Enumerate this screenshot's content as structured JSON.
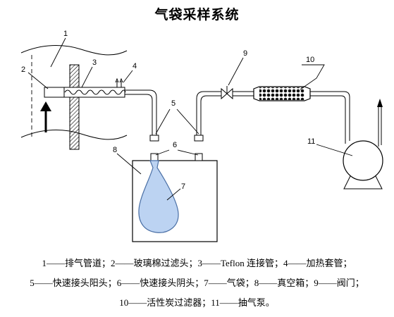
{
  "title": "气袋采样系统",
  "callouts": [
    "1",
    "2",
    "3",
    "4",
    "5",
    "6",
    "7",
    "8",
    "9",
    "10",
    "11"
  ],
  "legend": [
    "1——排气管道；2——玻璃棉过滤头；3——Teflon 连接管；4——加热套管；",
    "5——快速接头阳头；6——快速接头阴头；7——气袋；8——真空箱；9——阀门；",
    "10——活性炭过滤器；11——抽气泵。"
  ],
  "colors": {
    "bag_fill": "#bcd3f2",
    "bag_stroke": "#4a6fa5",
    "line": "#000000"
  },
  "icons": [
    "flow-arrow-icon",
    "hatch-pattern",
    "coil-icon"
  ]
}
